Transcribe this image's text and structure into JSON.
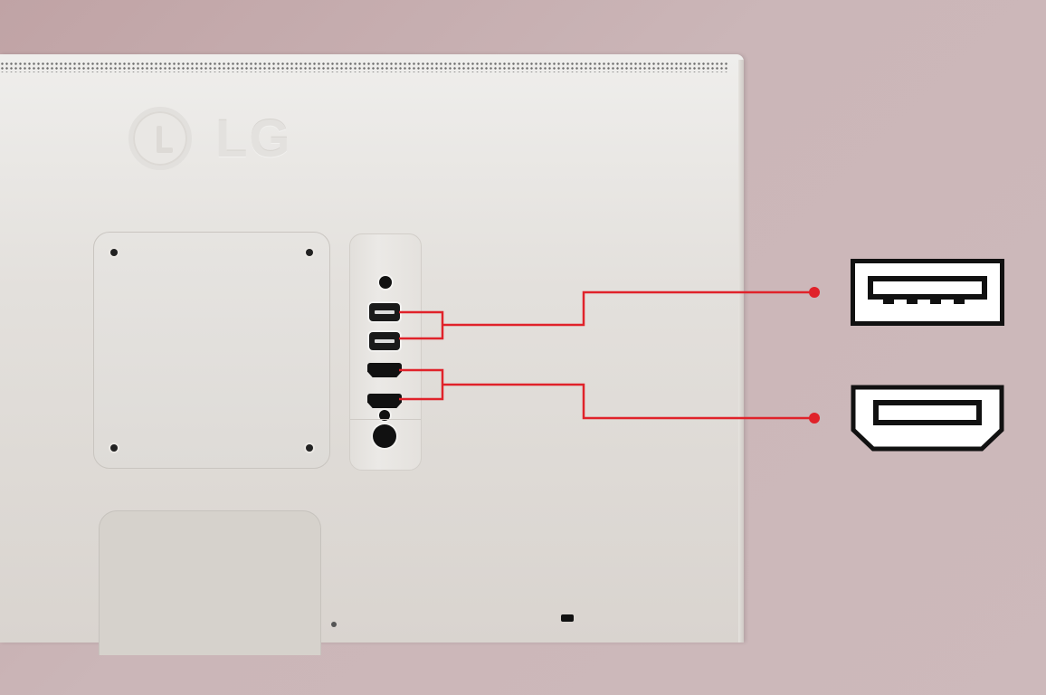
{
  "scene": {
    "subject": "Rear view of white LG monitor with port callouts",
    "background_color": "#c9b3b5",
    "monitor_color": "#e6e3df"
  },
  "logo": {
    "brand_text": "LG"
  },
  "ports": {
    "items": [
      {
        "type": "audio-jack",
        "label": ""
      },
      {
        "type": "usb-a",
        "label": ""
      },
      {
        "type": "usb-a",
        "label": ""
      },
      {
        "type": "hdmi",
        "label": ""
      },
      {
        "type": "hdmi",
        "label": ""
      },
      {
        "type": "small-jack",
        "label": ""
      },
      {
        "type": "dc-power",
        "label": ""
      }
    ]
  },
  "callouts": {
    "line_color": "#e0222a",
    "items": [
      {
        "target": "usb-a ports (x2)",
        "icon": "usb-a-icon"
      },
      {
        "target": "hdmi ports (x2)",
        "icon": "hdmi-icon"
      }
    ]
  }
}
